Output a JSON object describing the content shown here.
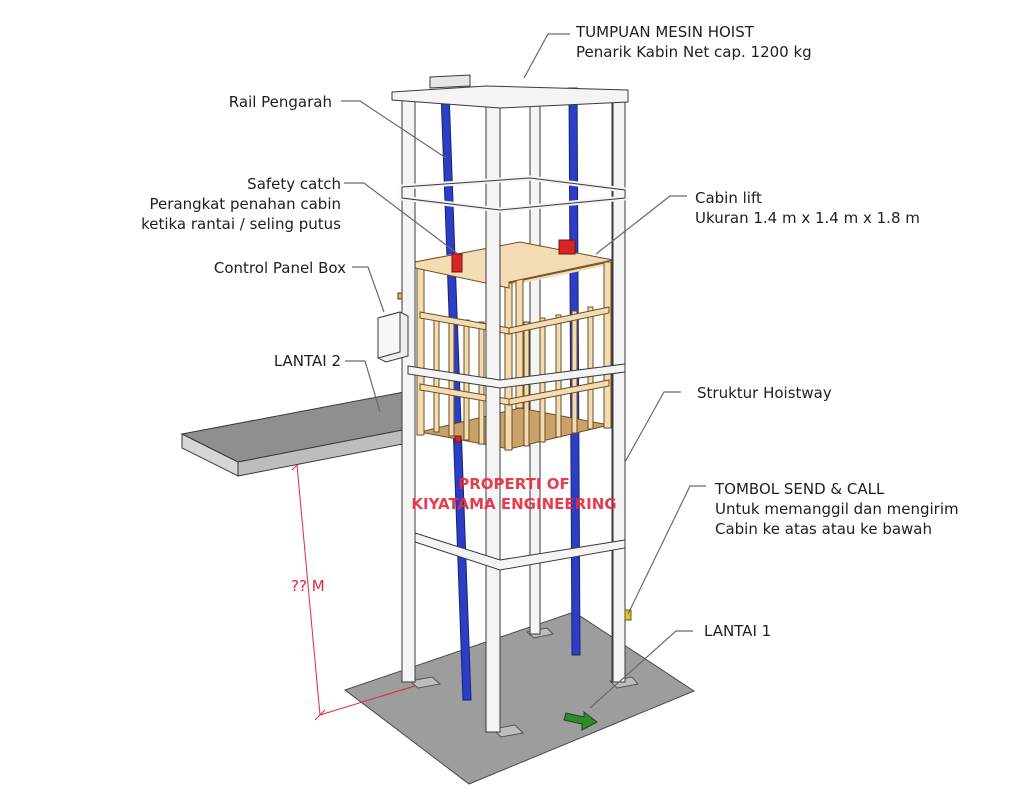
{
  "labels": {
    "hoist_support": {
      "line1": "TUMPUAN MESIN HOIST",
      "line2": "Penarik Kabin Net cap. 1200 kg"
    },
    "guide_rail": "Rail Pengarah",
    "safety_catch": {
      "line1": "Safety catch",
      "line2": "Perangkat penahan cabin",
      "line3": "ketika rantai / seling putus"
    },
    "control_panel": "Control Panel Box",
    "floor2": "LANTAI 2",
    "cabin": {
      "line1": "Cabin lift",
      "line2": "Ukuran 1.4 m x 1.4 m x 1.8 m"
    },
    "hoistway": "Struktur Hoistway",
    "send_call": {
      "line1": "TOMBOL SEND & CALL",
      "line2": "Untuk memanggil dan mengirim",
      "line3": "Cabin ke atas atau ke bawah"
    },
    "floor1": "LANTAI 1",
    "height_dim": "?? M"
  },
  "watermark": {
    "line1": "PROPERTI OF",
    "line2": "KIYATAMA ENGINEERING"
  },
  "colors": {
    "rail": "#2b3fc4",
    "frame": "#f4f4f4",
    "outline": "#3a3a3a",
    "cabin_wood": "#f3dcb4",
    "cabin_floor": "#c9a26a",
    "safety_red": "#d62626",
    "slab": "#9b9b9b",
    "dimension": "#e3263a",
    "button_box": "#e0c23a",
    "arrow_green": "#2e8b2e"
  }
}
